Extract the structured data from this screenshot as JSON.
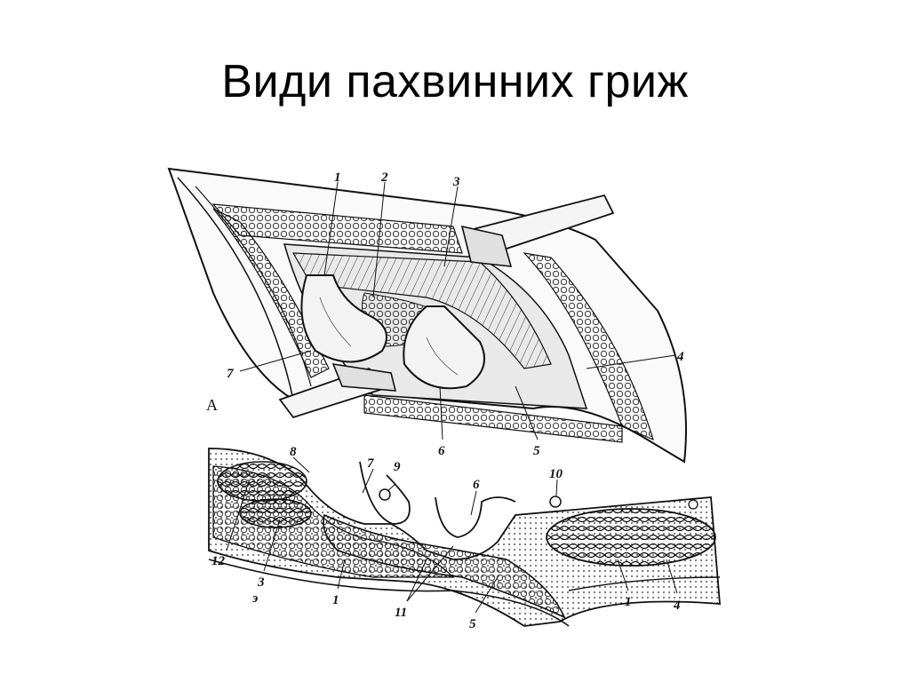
{
  "slide": {
    "title": "Види пахвинних гриж"
  },
  "figure": {
    "panel_a_letter": "А",
    "panel_a_labels": [
      "1",
      "2",
      "3",
      "4",
      "5",
      "6",
      "7"
    ],
    "panel_b_labels": [
      "8",
      "7",
      "9",
      "6",
      "10",
      "12",
      "3",
      "1",
      "11",
      "5",
      "1",
      "4"
    ],
    "panel_b_stray_mark": "э"
  }
}
